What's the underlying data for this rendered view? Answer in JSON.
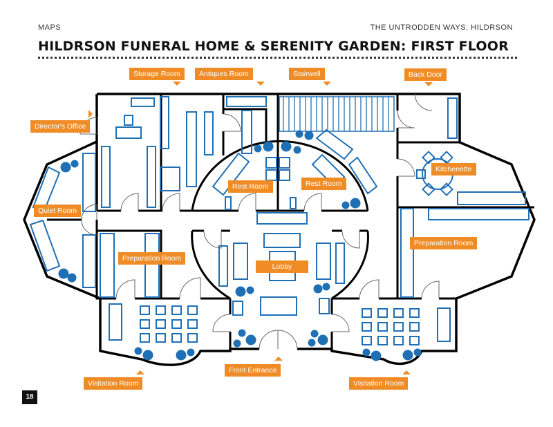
{
  "header": {
    "left": "MAPS",
    "right": "THE UNTRODDEN WAYS: HILDRSON",
    "title": "HILDRSON FUNERAL HOME & SERENITY GARDEN: FIRST FLOOR"
  },
  "page_number": "18",
  "colors": {
    "label": "#f08c26",
    "furniture": "#1f6fb5",
    "wall": "#000000"
  },
  "rooms": {
    "storage_room": "Storage Room",
    "antiques_room": "Antiques Room",
    "stairwell": "Stairwell",
    "back_door": "Back Door",
    "directors_office": "Director's Office",
    "kitchenette": "Kitchenette",
    "rest_room_left": "Rest Room",
    "rest_room_right": "Rest Room",
    "quiet_room": "Quiet Room",
    "preparation_room_left": "Preparation Room",
    "preparation_room_right": "Preparation Room",
    "lobby": "Lobby",
    "front_entrance": "Front Entrance",
    "visitation_room_left": "Visitation Room",
    "visitation_room_right": "Visitation Room"
  }
}
